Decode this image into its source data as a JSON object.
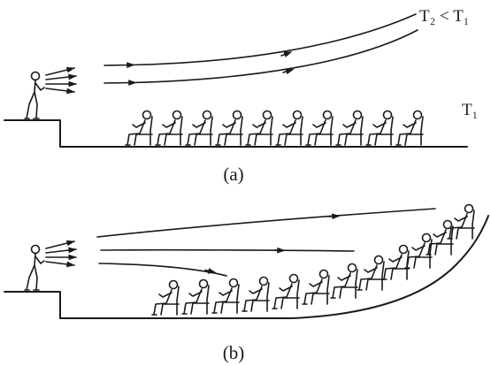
{
  "panel_a": {
    "caption": "(a)",
    "label_top_right": "T₂ < T₁",
    "label_seat_row": "T₁",
    "seat_count": 10
  },
  "panel_b": {
    "caption": "(b)",
    "seat_count": 12
  }
}
